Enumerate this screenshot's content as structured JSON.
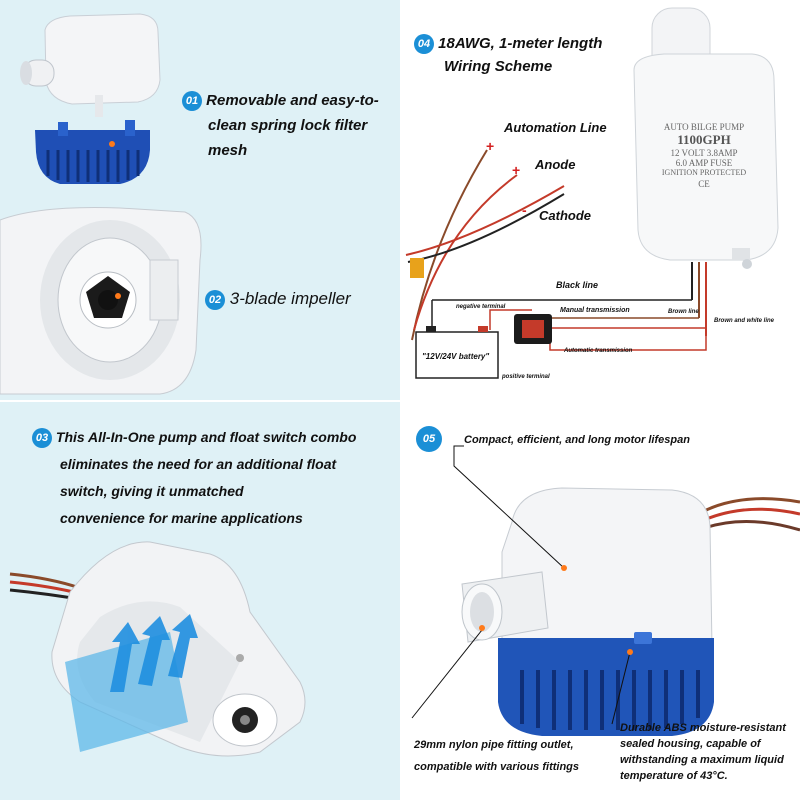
{
  "panel1": {
    "number": "01",
    "caption_line1": "Removable and easy-to-",
    "caption_line2": "clean spring lock filter mesh"
  },
  "panel2": {
    "number": "02",
    "caption": "3-blade impeller"
  },
  "panel3": {
    "number": "03",
    "caption_lines": [
      "This All-In-One pump and float switch combo",
      "eliminates the need for an additional float",
      "switch, giving it unmatched",
      "convenience for marine applications"
    ]
  },
  "panel4": {
    "number": "04",
    "title_line1": "18AWG, 1-meter length",
    "title_line2": "Wiring Scheme",
    "label_line1": "AUTO BILGE PUMP",
    "label_model": "1100GPH",
    "label_volt": "12 VOLT 3.8AMP",
    "label_fuse": "6.0 AMP FUSE",
    "label_protect": "IGNITION PROTECTED",
    "label_ce": "CE",
    "wire_automation": "Automation Line",
    "wire_anode": "Anode",
    "wire_cathode": "Cathode",
    "black_line": "Black line",
    "negative_terminal": "negative terminal",
    "manual_transmission": "Manual transmission",
    "brown_line": "Brown line",
    "brown_white_line": "Brown and white line",
    "battery": "\"12V/24V battery\"",
    "automatic_transmission": "Automatic transmission",
    "positive_terminal": "positive terminal",
    "plus": "+",
    "minus": "-"
  },
  "panel5": {
    "number": "05",
    "callout_top": "Compact, efficient, and long motor lifespan",
    "callout_left_line1": "29mm nylon pipe fitting outlet,",
    "callout_left_line2": "compatible with various fittings",
    "callout_right_lines": [
      "Durable ABS moisture-resistant",
      "sealed housing, capable of",
      "withstanding a maximum liquid",
      "temperature of 43°C."
    ]
  },
  "colors": {
    "panel_bg": "#dff1f6",
    "accent": "#1b8fd6",
    "pump_blue": "#2055b8",
    "wire_red": "#d42020"
  }
}
